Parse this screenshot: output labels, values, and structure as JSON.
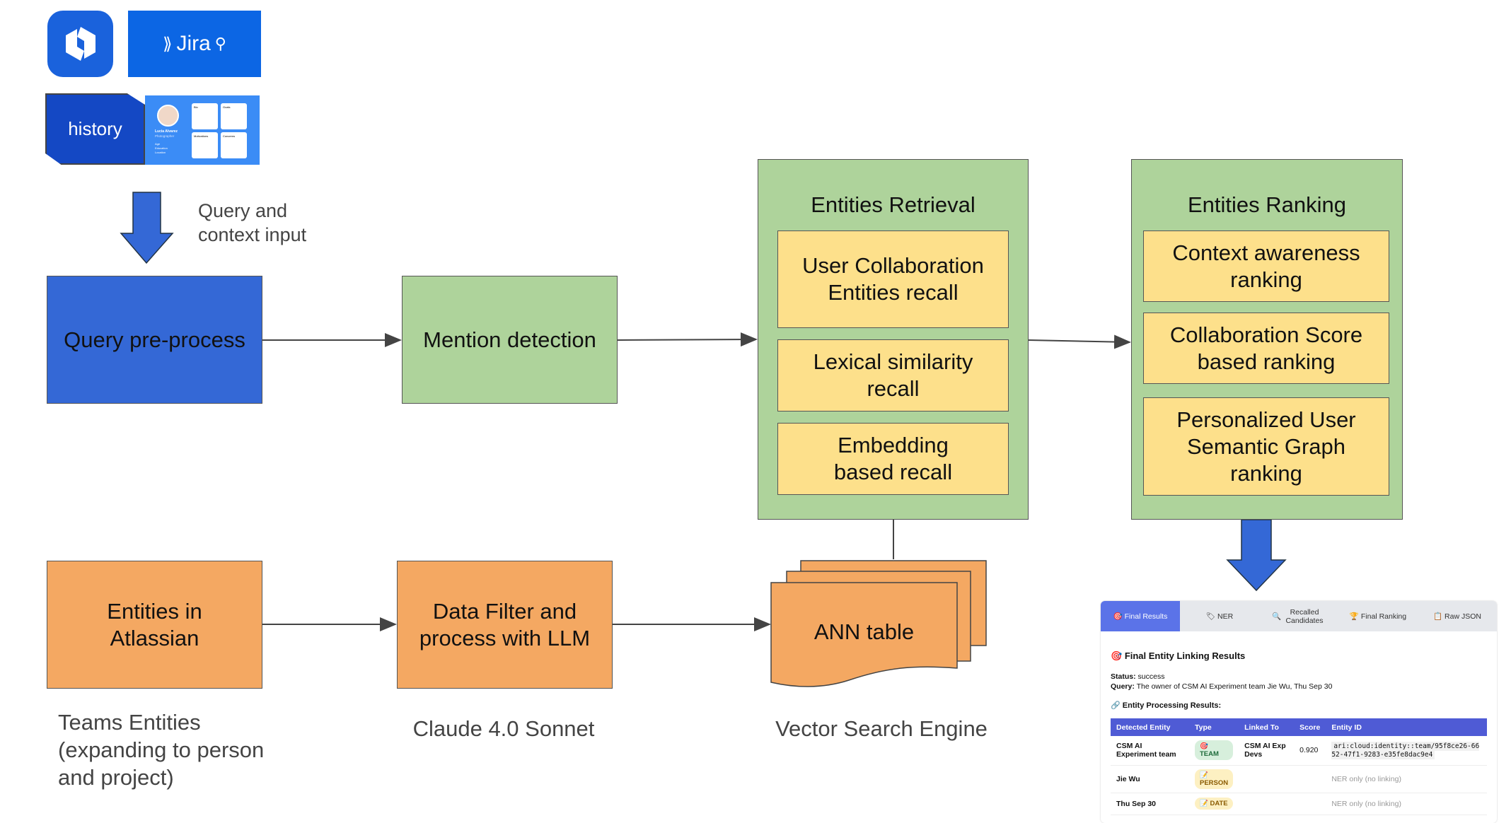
{
  "logos": {
    "app_logo": "hexagon-logo",
    "jira": "Jira",
    "history": "history",
    "persona": {
      "name": "Lucia Alvarez",
      "role": "Photographer",
      "fields": [
        "Age",
        "Education",
        "Location"
      ],
      "cards": [
        "Bio",
        "Goals",
        "Motivations",
        "Concerns"
      ]
    }
  },
  "input_label": "Query and context input",
  "nodes": {
    "query_preprocess": "Query pre-process",
    "mention_detection": "Mention detection",
    "retrieval": {
      "title": "Entities Retrieval",
      "items": [
        "User Collaboration Entities recall",
        "Lexical similarity recall",
        "Embedding based recall"
      ]
    },
    "ranking": {
      "title": "Entities Ranking",
      "items": [
        "Context awareness ranking",
        "Collaboration Score based ranking",
        "Personalized User Semantic Graph ranking"
      ]
    },
    "entities_atlassian": "Entities in Atlassian",
    "data_filter": "Data Filter and process with LLM",
    "ann_table": "ANN table"
  },
  "captions": {
    "teams": "Teams Entities (expanding to person and project)",
    "llm": "Claude 4.0 Sonnet",
    "vector": "Vector Search Engine"
  },
  "colors": {
    "blue": "#3468d6",
    "green": "#aed39b",
    "yellow": "#fde08b",
    "orange": "#f4a862",
    "panel_accent": "#5b73e8"
  },
  "results_panel": {
    "tabs": [
      {
        "icon": "🎯",
        "label": "Final Results",
        "active": true
      },
      {
        "icon": "🏷",
        "label": "NER"
      },
      {
        "icon": "🔍",
        "label": "Recalled Candidates"
      },
      {
        "icon": "🏆",
        "label": "Final Ranking"
      },
      {
        "icon": "📋",
        "label": "Raw JSON"
      }
    ],
    "heading_icon": "🎯",
    "heading": "Final Entity Linking Results",
    "status_label": "Status:",
    "status": "success",
    "query_label": "Query:",
    "query": "The owner of CSM AI Experiment team Jie Wu, Thu Sep 30",
    "section_icon": "🔗",
    "section": "Entity Processing Results:",
    "columns": [
      "Detected Entity",
      "Type",
      "Linked To",
      "Score",
      "Entity ID"
    ],
    "rows": [
      {
        "entity": "CSM AI Experiment team",
        "type_icon": "🎯",
        "type": "TEAM",
        "linked": "CSM AI Exp Devs",
        "score": "0.920",
        "id": "ari:cloud:identity::team/95f8ce26-6652-47f1-9283-e35fe8dac9e4"
      },
      {
        "entity": "Jie Wu",
        "type_icon": "📝",
        "type": "PERSON",
        "linked": "",
        "score": "",
        "id": "NER only (no linking)"
      },
      {
        "entity": "Thu Sep 30",
        "type_icon": "📝",
        "type": "DATE",
        "linked": "",
        "score": "",
        "id": "NER only (no linking)"
      }
    ]
  }
}
